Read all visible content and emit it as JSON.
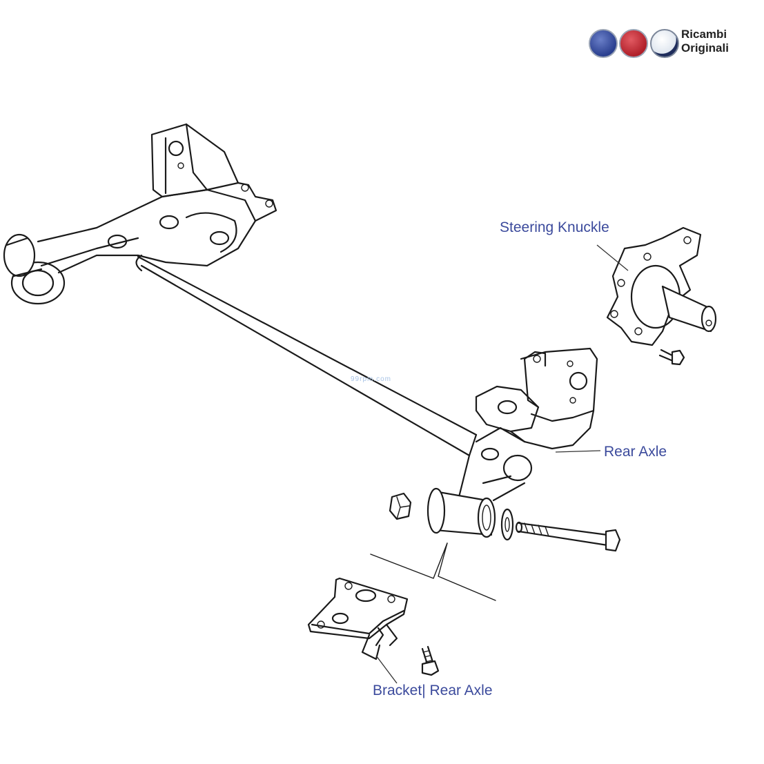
{
  "header": {
    "brand_line1": "Ricambi",
    "brand_line2": "Originali",
    "badges": [
      {
        "name": "lancia",
        "color": "#2a3f8f"
      },
      {
        "name": "fiat",
        "color": "#b0202a"
      },
      {
        "name": "alfa-romeo",
        "color": "#1f2d5c"
      }
    ]
  },
  "labels": {
    "steering_knuckle": "Steering Knuckle",
    "rear_axle": "Rear Axle",
    "bracket_rear_axle": "Bracket| Rear Axle"
  },
  "watermark": "99rpm.com",
  "colors": {
    "label": "#3b4a9c",
    "line": "#1a1a1a"
  }
}
